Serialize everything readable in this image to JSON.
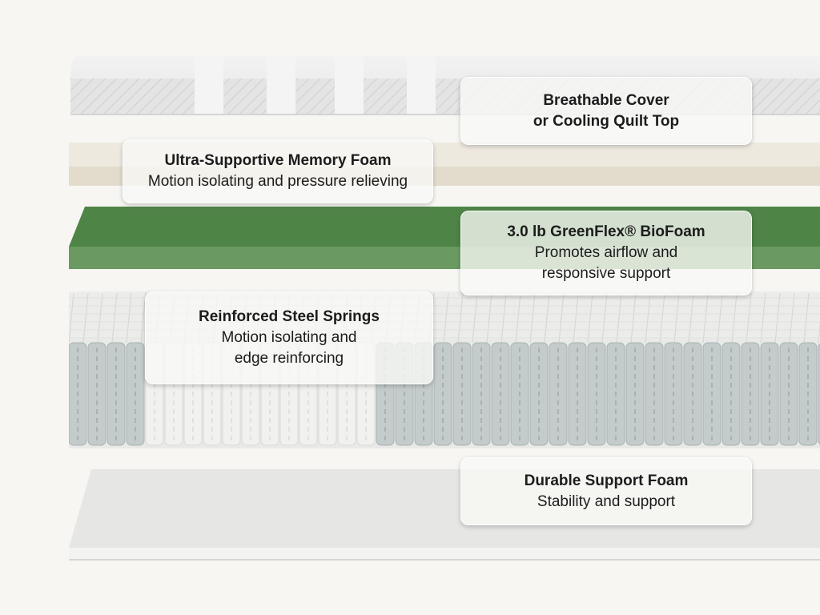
{
  "labels": {
    "cover": {
      "title_line1": "Breathable Cover",
      "title_line2": "or Cooling Quilt Top"
    },
    "memory_foam": {
      "title": "Ultra-Supportive Memory Foam",
      "desc": "Motion isolating and pressure relieving"
    },
    "bio_foam": {
      "title": "3.0 lb GreenFlex® BioFoam",
      "desc_line1": "Promotes airflow and",
      "desc_line2": "responsive support"
    },
    "springs": {
      "title": "Reinforced Steel Springs",
      "desc_line1": "Motion isolating and",
      "desc_line2": "edge reinforcing"
    },
    "support_foam": {
      "title": "Durable Support Foam",
      "desc": "Stability and support"
    }
  },
  "colors": {
    "background": "#f7f6f3",
    "quilt": "#e9e9e9",
    "memory_foam": "#e8e2d6",
    "bio_foam": "#5f8f58",
    "springs_white": "#f1f1ef",
    "springs_gray": "#c4cbcb",
    "support_foam": "#ededec"
  }
}
